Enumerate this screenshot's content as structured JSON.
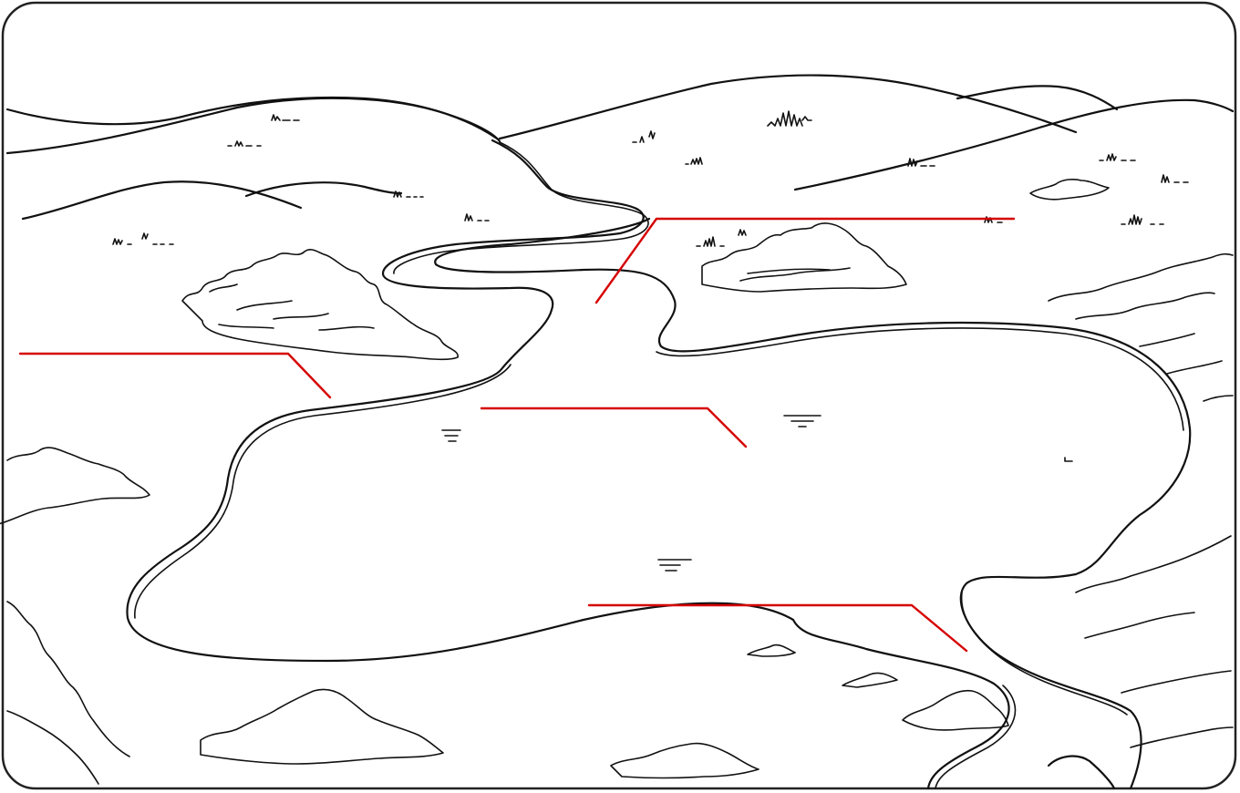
{
  "worksheet": {
    "background": "#ffffff",
    "ink_color": "#111111",
    "label_line_color": "#d60000"
  },
  "label_lines": [
    {
      "id": "label-line-river-upper"
    },
    {
      "id": "label-line-left-shore"
    },
    {
      "id": "label-line-lake"
    },
    {
      "id": "label-line-outlet-river"
    }
  ]
}
